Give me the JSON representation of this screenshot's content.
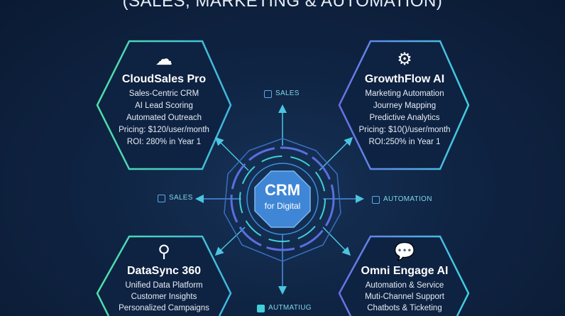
{
  "title": "(SALES, MARKETING & AUTOMATION)",
  "center": {
    "title": "CRM",
    "subtitle": "for Digital"
  },
  "labels": {
    "top": "SALES",
    "left": "SALES",
    "right": "AUTOMATION",
    "bottom": "AUTMATIUG"
  },
  "cards": [
    {
      "icon": "cloud-rocket-icon",
      "name": "CloudSales Pro",
      "lines": [
        "Sales-Centric CRM",
        "AI Lead Scoring",
        "Automated Outreach",
        "Pricing: $120/user/month",
        "ROI: 280% in Year 1"
      ]
    },
    {
      "icon": "gear-cycle-icon",
      "name": "GrowthFlow AI",
      "lines": [
        "Marketing Automation",
        "Journey Mapping",
        "Predictive Analytics",
        "Pricing: $10()/user/month",
        "ROI:250% in Year 1"
      ]
    },
    {
      "icon": "network-search-icon",
      "name": "DataSync 360",
      "lines": [
        "Unified Data Platform",
        "Customer Insights",
        "Personalized Campaigns"
      ]
    },
    {
      "icon": "brain-chat-icon",
      "name": "Omni Engage AI",
      "lines": [
        "Automation & Service",
        "Muti-Channel Support",
        "Chatbots & Ticketing"
      ]
    }
  ],
  "colors": {
    "background": "#0f2443",
    "accent_teal": "#3fd0d8",
    "accent_blue": "#4a8fe0",
    "accent_violet": "#6a6fe0",
    "core": "#3f86d6"
  }
}
